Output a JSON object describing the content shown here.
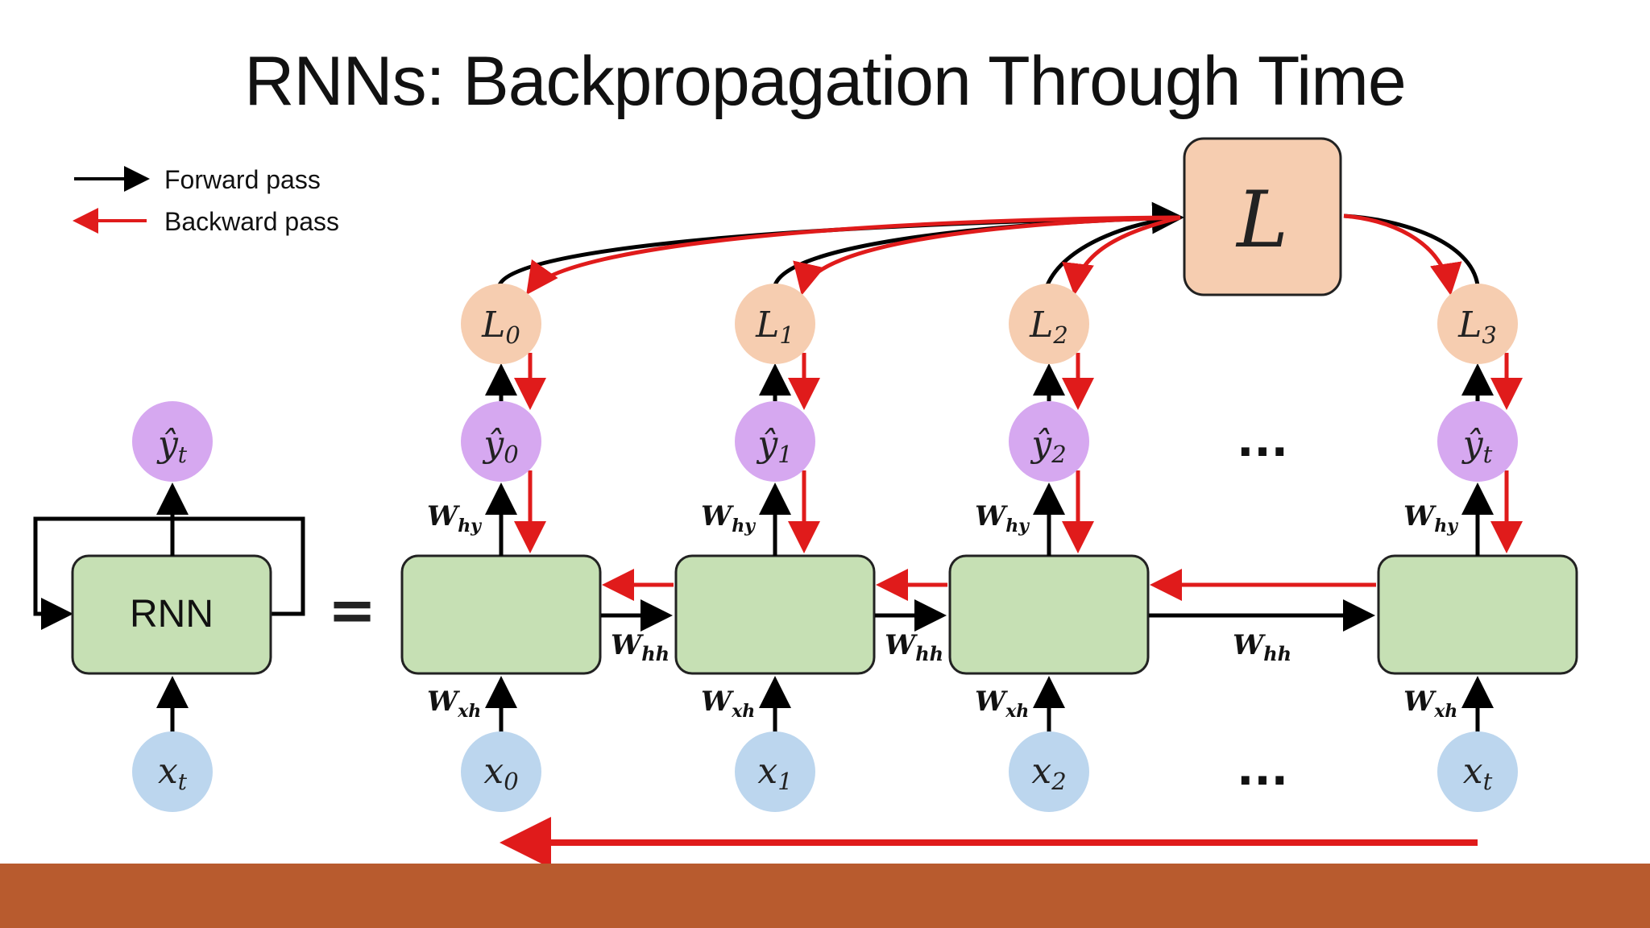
{
  "title": "RNNs: Backpropagation Through Time",
  "legend": {
    "forward": "Forward pass",
    "backward": "Backward pass"
  },
  "colors": {
    "forward": "#000000",
    "backward": "#e01b1b",
    "cell_fill": "#c6e0b4",
    "output_fill": "#d6a8f0",
    "input_fill": "#bcd6ee",
    "loss_fill": "#f6cdb0",
    "footer": "#b85b2e"
  },
  "folded": {
    "cell_label": "RNN",
    "output": {
      "base": "ŷ",
      "sub": "t"
    },
    "input": {
      "base": "x",
      "sub": "t"
    }
  },
  "equals": "=",
  "total_loss": "L",
  "steps": [
    {
      "input": {
        "base": "x",
        "sub": "0"
      },
      "output": {
        "base": "ŷ",
        "sub": "0"
      },
      "loss": {
        "base": "L",
        "sub": "0"
      }
    },
    {
      "input": {
        "base": "x",
        "sub": "1"
      },
      "output": {
        "base": "ŷ",
        "sub": "1"
      },
      "loss": {
        "base": "L",
        "sub": "1"
      }
    },
    {
      "input": {
        "base": "x",
        "sub": "2"
      },
      "output": {
        "base": "ŷ",
        "sub": "2"
      },
      "loss": {
        "base": "L",
        "sub": "2"
      }
    },
    {
      "input": {
        "base": "x",
        "sub": "t"
      },
      "output": {
        "base": "ŷ",
        "sub": "t"
      },
      "loss": {
        "base": "L",
        "sub": "3"
      }
    }
  ],
  "weights": {
    "w_base": "W",
    "hy": "hy",
    "xh": "xh",
    "hh": "hh"
  },
  "ellipsis": "..."
}
